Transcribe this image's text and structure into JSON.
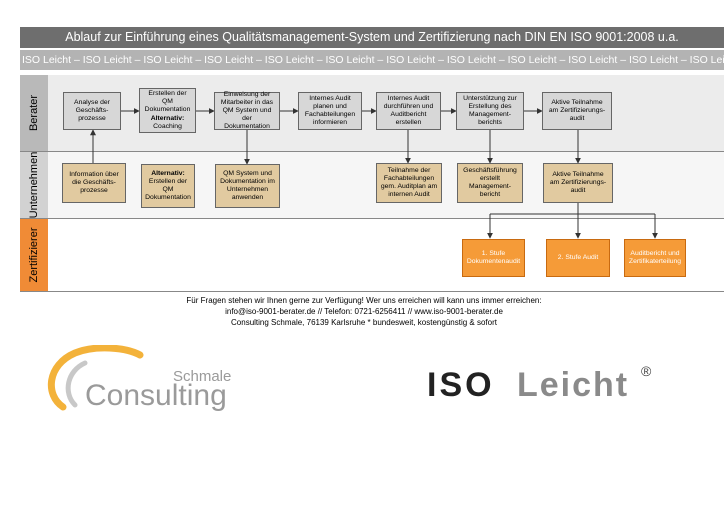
{
  "header": {
    "title": "Ablauf zur Einführung eines Qualitätsmanagement-System und Zertifizierung nach DIN EN ISO 9001:2008 u.a.",
    "ticker": "ISO Leicht – ISO Leicht – ISO Leicht – ISO Leicht – ISO Leicht – ISO Leicht – ISO Leicht – ISO Leicht – ISO Leicht – ISO Leicht – ISO Leicht – ISO Leicht"
  },
  "lanes": {
    "berater": "Berater",
    "unternehmen": "Unternehmen",
    "zertifizierer": "Zertifizierer"
  },
  "boxes": {
    "analyse": [
      "Analyse der",
      "Geschäfts-",
      "prozesse"
    ],
    "erstellen_qm": {
      "lines1": [
        "Erstellen der",
        "QM",
        "Dokumentation"
      ],
      "bold": "Alternativ:",
      "lines2": [
        "Coaching"
      ]
    },
    "einweisung": [
      "Einweisung der",
      "Mitarbeiter in das",
      "QM System und der",
      "Dokumentation"
    ],
    "internes_audit_planen": [
      "Internes Audit",
      "planen und",
      "Fachabteilungen",
      "informieren"
    ],
    "internes_audit_durchfuehren": [
      "Internes Audit",
      "durchführen und",
      "Auditbericht",
      "erstellen"
    ],
    "unterstuetzung": [
      "Unterstützung zur",
      "Erstellung des",
      "Management-",
      "berichts"
    ],
    "aktive_teilnahme_berater": [
      "Aktive Teilnahme",
      "am Zertifizierungs-",
      "audit"
    ],
    "information": [
      "Information über",
      "die Geschäfts-",
      "prozesse"
    ],
    "alternativ_erstellen": {
      "bold": "Alternativ:",
      "lines2": [
        "Erstellen der",
        "QM",
        "Dokumentation"
      ]
    },
    "qm_system_anwenden": [
      "QM System und",
      "Dokumentation im",
      "Unternehmen",
      "anwenden"
    ],
    "teilnahme_fach": [
      "Teilnahme der",
      "Fachabteilungen",
      "gem. Auditplan am",
      "internen Audit"
    ],
    "geschaeftsfuehrung": [
      "Geschäftsführung",
      "erstellt",
      "Management-",
      "bericht"
    ],
    "aktive_teilnahme_unternehmen": [
      "Aktive Teilnahme",
      "am Zertifizierungs-",
      "audit"
    ],
    "stufe1": [
      "1. Stufe",
      "Dokumentenaudit"
    ],
    "stufe2": [
      "2. Stufe Audit"
    ],
    "auditbericht": [
      "Auditbericht und",
      "Zertifikaterteilung"
    ]
  },
  "contact": {
    "line1": "Für Fragen stehen wir Ihnen gerne zur Verfügung! Wer uns erreichen will kann uns immer erreichen:",
    "line2": "info@iso-9001-berater.de // Telefon: 0721-6256411 // www.iso-9001-berater.de",
    "line3": "Consulting Schmale, 76139 Karlsruhe * bundesweit, kostengünstig & sofort"
  },
  "logos": {
    "consulting_main": "Consulting",
    "consulting_sub": "Schmale",
    "iso_word": "ISO",
    "leicht_word": "Leicht",
    "registered": "®"
  }
}
